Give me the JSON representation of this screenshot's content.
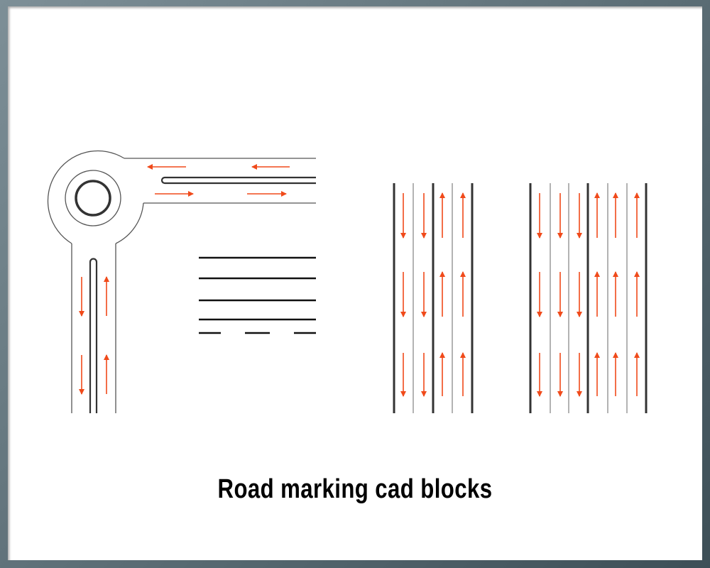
{
  "title": "Road marking cad blocks",
  "colors": {
    "arrow": "#f04a1a",
    "line_dark": "#333333",
    "line_light": "#a0a0a0",
    "frame": "#4e6068"
  },
  "blocks": {
    "roundabout": {
      "horizontal_arms": [
        "left",
        "right"
      ],
      "vertical_arms": [
        "down",
        "up"
      ]
    },
    "line_samples": [
      "solid",
      "solid",
      "solid",
      "solid",
      "dashed"
    ],
    "two_by_two_road": {
      "lanes": [
        "down",
        "down",
        "up",
        "up"
      ],
      "arrow_rows": 3
    },
    "three_by_three_road": {
      "lanes": [
        "down",
        "down",
        "down",
        "up",
        "up",
        "up"
      ],
      "arrow_rows": 3
    }
  }
}
